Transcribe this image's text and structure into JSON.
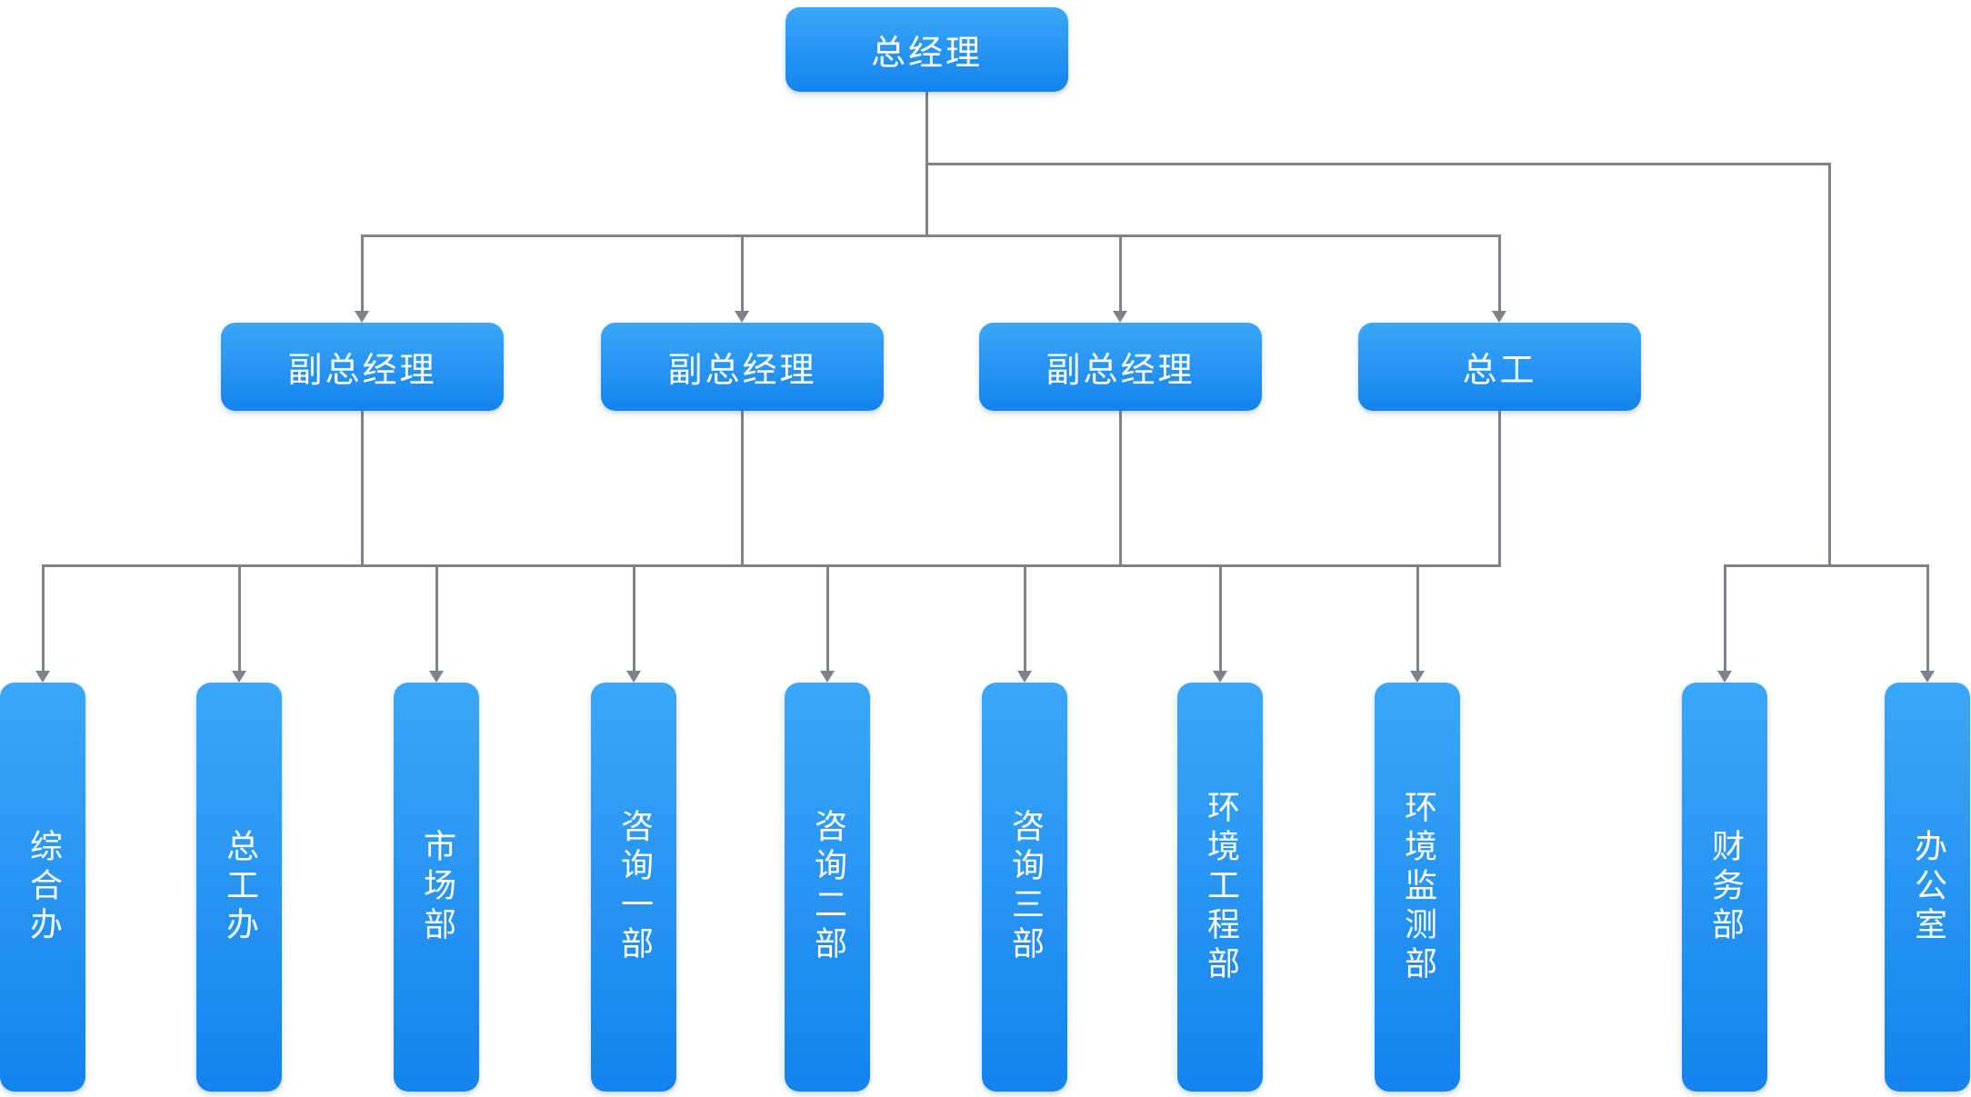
{
  "colors": {
    "background": "#ffffff",
    "node-top": "#3aa7f8",
    "node-bottom": "#1583ee",
    "node-text": "#ffffff",
    "line": "#7f8287"
  },
  "diagram": {
    "type": "org-chart",
    "root": {
      "label": "总经理"
    },
    "level2": [
      {
        "label": "副总经理"
      },
      {
        "label": "副总经理"
      },
      {
        "label": "副总经理"
      },
      {
        "label": "总工"
      }
    ],
    "level3": [
      {
        "label": "综合办"
      },
      {
        "label": "总工办"
      },
      {
        "label": "市场部"
      },
      {
        "label": "咨询一部"
      },
      {
        "label": "咨询二部"
      },
      {
        "label": "咨询三部"
      },
      {
        "label": "环境工程部"
      },
      {
        "label": "环境监测部"
      },
      {
        "label": "财务部"
      },
      {
        "label": "办公室"
      }
    ]
  }
}
